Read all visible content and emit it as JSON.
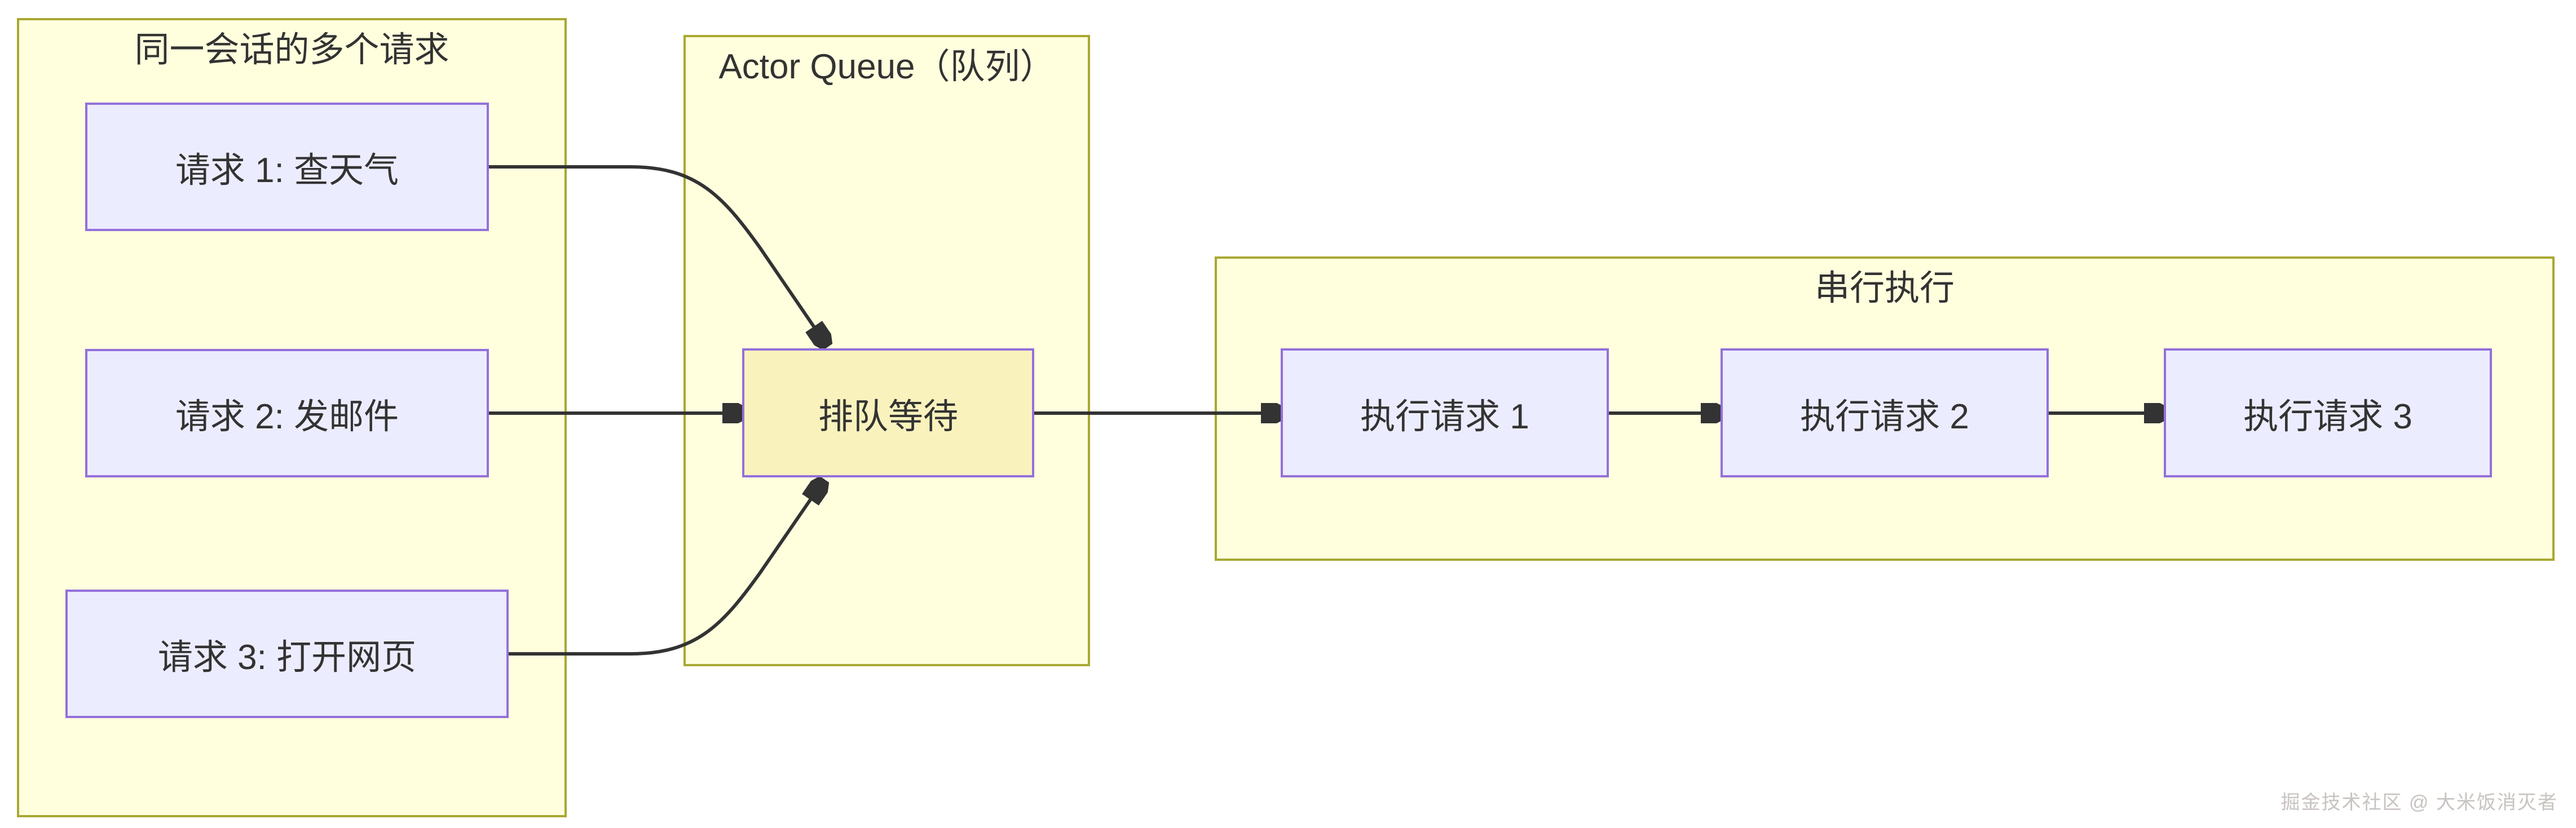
{
  "diagram": {
    "type": "flowchart-left-right",
    "clusters": [
      {
        "id": "session",
        "title": "同一会话的多个请求",
        "nodes": [
          {
            "id": "req1",
            "label": "请求 1: 查天气"
          },
          {
            "id": "req2",
            "label": "请求 2: 发邮件"
          },
          {
            "id": "req3",
            "label": "请求 3: 打开网页"
          }
        ]
      },
      {
        "id": "actor-queue",
        "title": "Actor Queue（队列）",
        "nodes": [
          {
            "id": "wait",
            "label": "排队等待",
            "highlighted": true
          }
        ]
      },
      {
        "id": "serial",
        "title": "串行执行",
        "nodes": [
          {
            "id": "exec1",
            "label": "执行请求 1"
          },
          {
            "id": "exec2",
            "label": "执行请求 2"
          },
          {
            "id": "exec3",
            "label": "执行请求 3"
          }
        ]
      }
    ],
    "edges": [
      {
        "from": "req1",
        "to": "wait",
        "shape": "curved-down"
      },
      {
        "from": "req2",
        "to": "wait",
        "shape": "straight"
      },
      {
        "from": "req3",
        "to": "wait",
        "shape": "curved-up"
      },
      {
        "from": "wait",
        "to": "exec1",
        "shape": "straight"
      },
      {
        "from": "exec1",
        "to": "exec2",
        "shape": "straight"
      },
      {
        "from": "exec2",
        "to": "exec3",
        "shape": "straight"
      }
    ],
    "colors": {
      "background": "#ffffff",
      "cluster_fill": "#ffffde",
      "cluster_border": "#a8a832",
      "node_fill": "#ececff",
      "node_border": "#9370db",
      "highlight_node_fill": "#faf2bd",
      "edge_stroke": "#333333",
      "text": "#333333",
      "watermark_text": "#c9c4c1"
    },
    "watermark": "掘金技术社区 @ 大米饭消灭者"
  }
}
